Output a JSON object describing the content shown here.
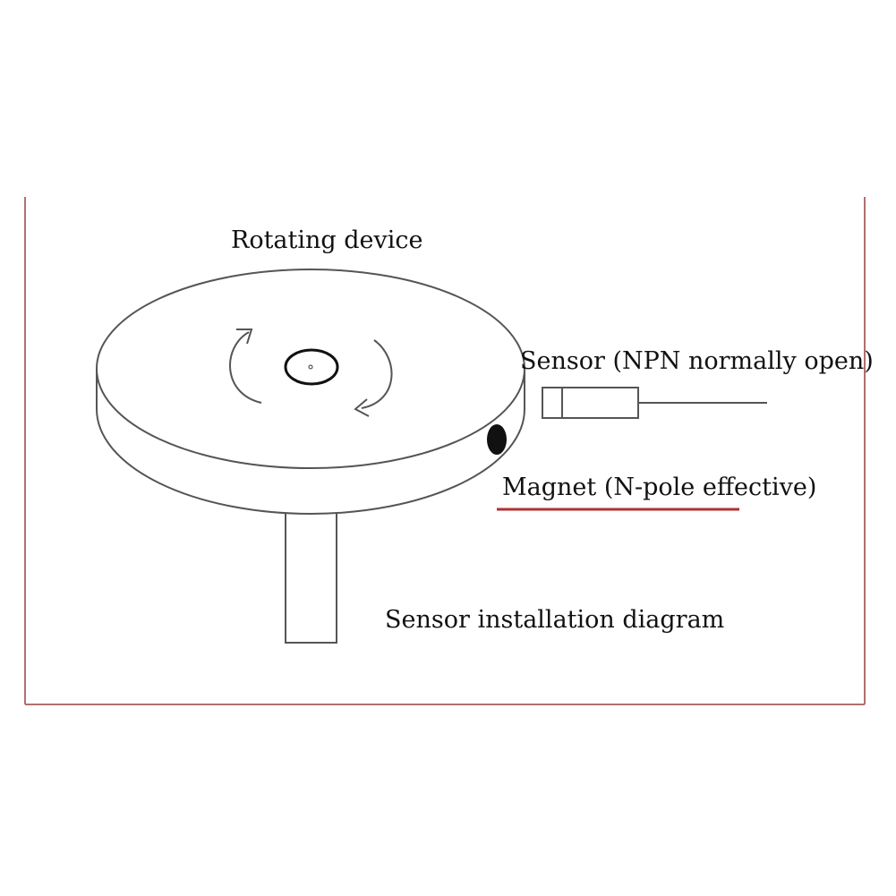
{
  "labels": {
    "rotating_device": "Rotating device",
    "sensor": "Sensor (NPN normally open)",
    "magnet": "Magnet (N-pole effective)",
    "caption": "Sensor installation diagram"
  },
  "colors": {
    "frame_border": "#b07070",
    "underline": "#b03030",
    "line": "#555555",
    "magnet": "#111111"
  }
}
